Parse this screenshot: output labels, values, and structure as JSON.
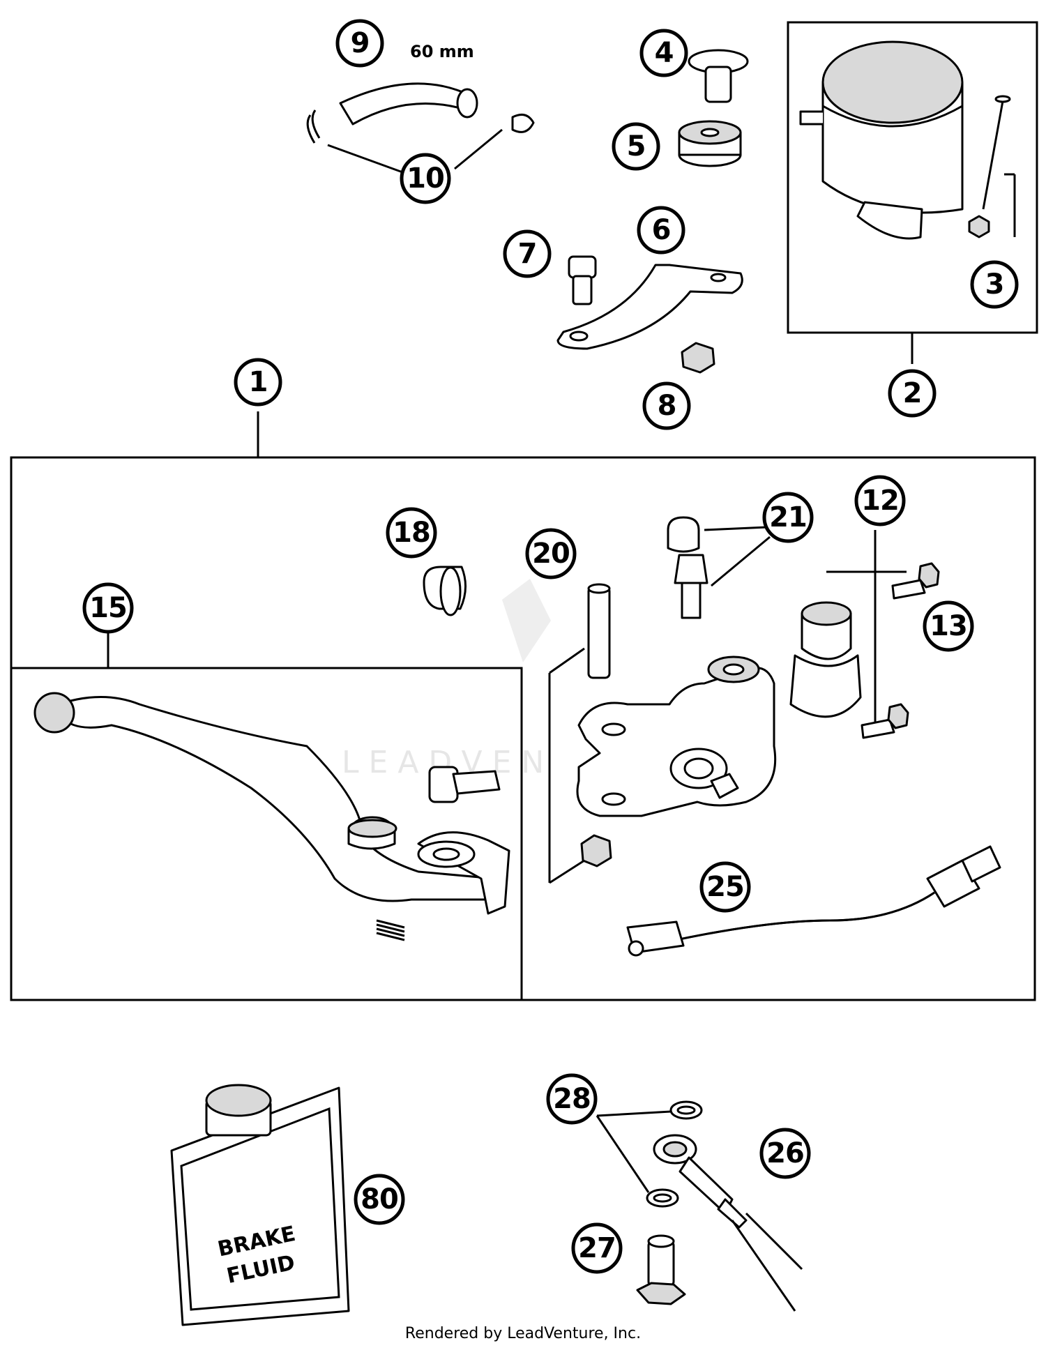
{
  "diagram": {
    "callouts": [
      "1",
      "2",
      "3",
      "4",
      "5",
      "6",
      "7",
      "8",
      "9",
      "10",
      "12",
      "13",
      "15",
      "18",
      "20",
      "21",
      "25",
      "26",
      "27",
      "28",
      "80"
    ],
    "dimension_label": "60 mm",
    "can_label_line1": "BRAKE",
    "can_label_line2": "FLUID",
    "watermark": "LEADVEN"
  },
  "footer": {
    "text": "Rendered by LeadVenture, Inc."
  }
}
